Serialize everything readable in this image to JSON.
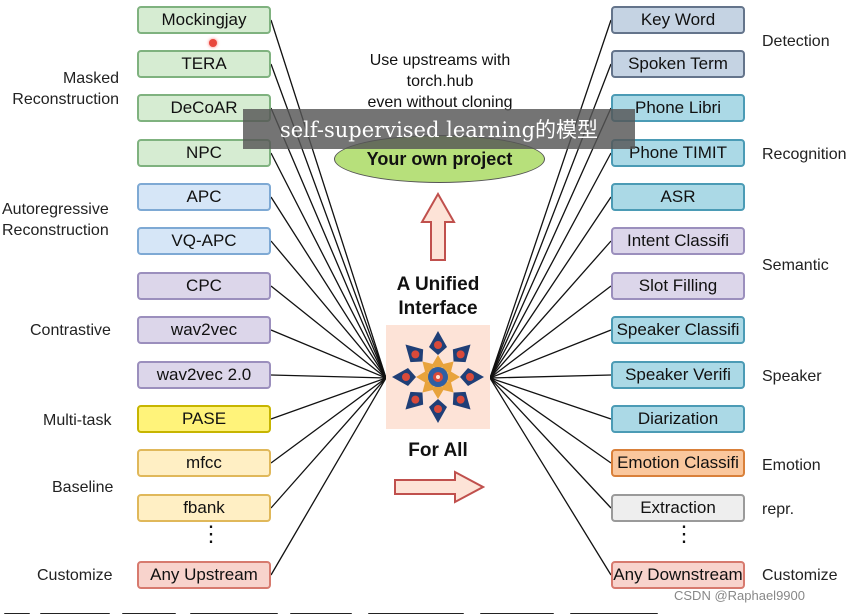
{
  "colors": {
    "green": "#d6ecd2",
    "blue": "#d6e6f7",
    "purple": "#dcd6ea",
    "yellow": "#fff37a",
    "cream": "#ffefc4",
    "pink": "#f8d3cc",
    "slate": "#c5d3e3",
    "cyan": "#abd9e6",
    "orange": "#fac79d",
    "grey": "#eeeeee",
    "ellipse": "#b7e07b"
  },
  "upstreams": [
    {
      "label": "Mockingjay",
      "color": "green"
    },
    {
      "label": "TERA",
      "color": "green"
    },
    {
      "label": "DeCoAR",
      "color": "green"
    },
    {
      "label": "NPC",
      "color": "green"
    },
    {
      "label": "APC",
      "color": "blue"
    },
    {
      "label": "VQ-APC",
      "color": "blue"
    },
    {
      "label": "CPC",
      "color": "purple"
    },
    {
      "label": "wav2vec",
      "color": "purple"
    },
    {
      "label": "wav2vec 2.0",
      "color": "purple"
    },
    {
      "label": "PASE",
      "color": "yellow"
    },
    {
      "label": "mfcc",
      "color": "cream"
    },
    {
      "label": "fbank",
      "color": "cream"
    },
    {
      "label": "Any Upstream",
      "color": "pink"
    }
  ],
  "upstream_groups": [
    {
      "text": "Masked\nReconstruction"
    },
    {
      "text": "Autoregressive\nReconstruction"
    },
    {
      "text": "Contrastive"
    },
    {
      "text": "Multi-task"
    },
    {
      "text": "Baseline"
    },
    {
      "text": "Customize"
    }
  ],
  "downstreams": [
    {
      "label": "Key Word",
      "color": "slate"
    },
    {
      "label": "Spoken Term",
      "color": "slate"
    },
    {
      "label": "Phone Libri",
      "color": "cyan"
    },
    {
      "label": "Phone TIMIT",
      "color": "cyan"
    },
    {
      "label": "ASR",
      "color": "cyan"
    },
    {
      "label": "Intent Classifi",
      "color": "purple"
    },
    {
      "label": "Slot Filling",
      "color": "purple"
    },
    {
      "label": "Speaker Classifi",
      "color": "cyan"
    },
    {
      "label": "Speaker Verifi",
      "color": "cyan"
    },
    {
      "label": "Diarization",
      "color": "cyan"
    },
    {
      "label": "Emotion Classifi",
      "color": "orange"
    },
    {
      "label": "Extraction",
      "color": "grey"
    },
    {
      "label": "Any Downstream",
      "color": "pink"
    }
  ],
  "downstream_groups": [
    {
      "text": "Detection"
    },
    {
      "text": "Recognition"
    },
    {
      "text": "Semantic"
    },
    {
      "text": "Speaker"
    },
    {
      "text": "Emotion"
    },
    {
      "text": "repr."
    },
    {
      "text": "Customize"
    }
  ],
  "center": {
    "note_line1": "Use upstreams with",
    "note_line2": "torch.hub",
    "note_line3": "even without cloning",
    "project": "Your own project",
    "title_line1": "A Unified",
    "title_line2": "Interface",
    "for_all": "For All"
  },
  "subtitle": "self-supervised learning的模型",
  "watermark": "CSDN @Raphael9900"
}
